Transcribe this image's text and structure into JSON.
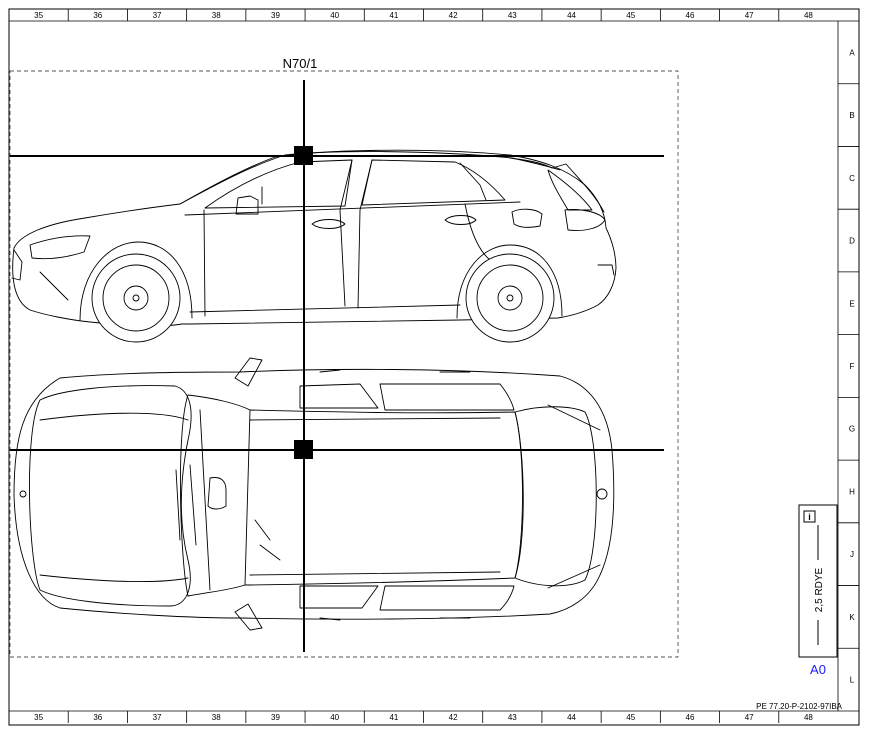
{
  "grid": {
    "columns": [
      "35",
      "36",
      "37",
      "38",
      "39",
      "40",
      "41",
      "42",
      "43",
      "44",
      "45",
      "46",
      "47",
      "48"
    ],
    "rows": [
      "A",
      "B",
      "C",
      "D",
      "E",
      "F",
      "G",
      "H",
      "J",
      "K",
      "L"
    ]
  },
  "component": {
    "code": "N70/1"
  },
  "legend": {
    "info_icon": "info-icon",
    "wire": "2,5 RDYE",
    "ref": "A0",
    "ref_color": "#1a1aff"
  },
  "document_id": "PE 77.20-P-2102-97IBA"
}
